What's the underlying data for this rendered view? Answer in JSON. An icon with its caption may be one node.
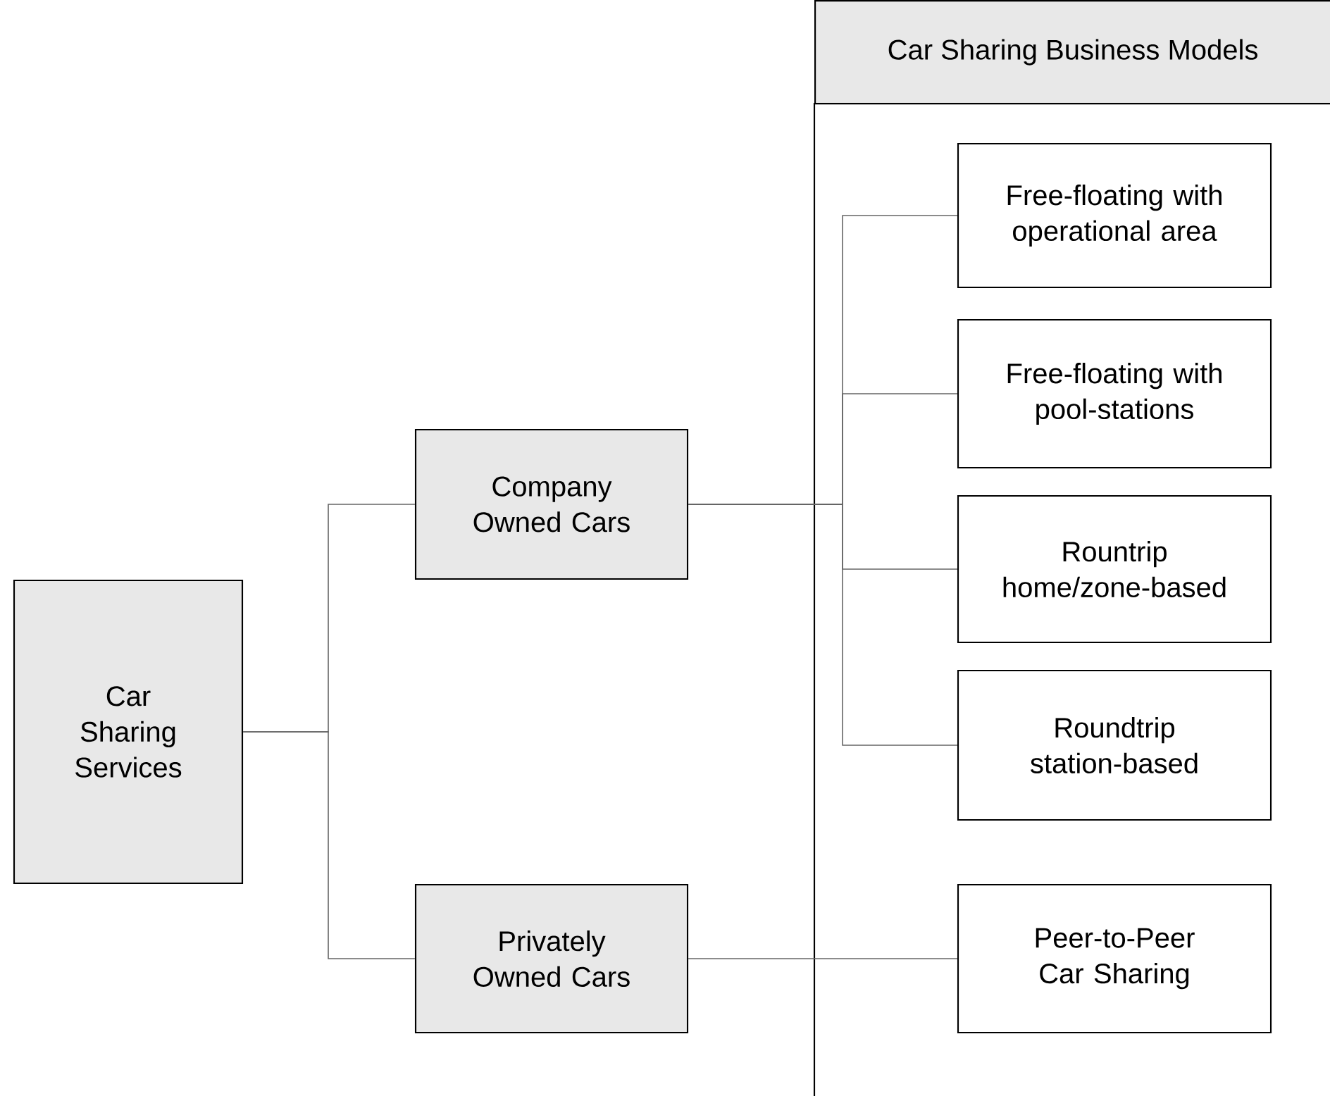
{
  "diagram": {
    "nodes": [
      {
        "text": [
          "Car Sharing Business Models"
        ]
      },
      {
        "text": [
          "Car Sharing Services"
        ]
      },
      {
        "text": [
          "Company Owned Cars"
        ]
      },
      {
        "text": [
          "Privately Owned Cars"
        ]
      },
      {
        "text": [
          "Free-floating with operational area"
        ]
      },
      {
        "text": [
          "Free-floating with pool-stations"
        ]
      },
      {
        "text": [
          "Rountrip home/zone-based"
        ]
      },
      {
        "text": [
          "Roundtrip station-based"
        ]
      },
      {
        "text": [
          "Peer-to-Peer Car Sharing"
        ]
      }
    ],
    "edges": [
      {
        "from": 1,
        "to": 2,
        "arrow": "none"
      },
      {
        "from": 1,
        "to": 3,
        "arrow": "none"
      },
      {
        "from": 2,
        "to": 4,
        "arrow": "none"
      },
      {
        "from": 2,
        "to": 5,
        "arrow": "none"
      },
      {
        "from": 2,
        "to": 6,
        "arrow": "none"
      },
      {
        "from": 2,
        "to": 7,
        "arrow": "none"
      },
      {
        "from": 3,
        "to": 8,
        "arrow": "none"
      }
    ]
  }
}
